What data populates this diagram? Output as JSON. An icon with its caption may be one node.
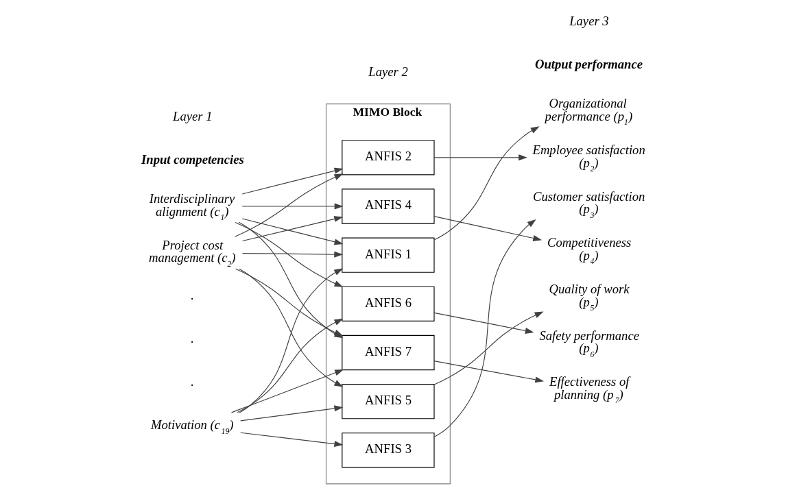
{
  "diagram": {
    "nodes": [
      {
        "text": [
          "MIMO Block"
        ]
      },
      {
        "text": [
          "ANFIS 1"
        ],
        "in": 0
      },
      {
        "text": [
          "ANFIS 2"
        ],
        "in": 0
      },
      {
        "text": [
          "ANFIS 3"
        ],
        "in": 0
      },
      {
        "text": [
          "ANFIS 4"
        ],
        "in": 0
      },
      {
        "text": [
          "ANFIS 5"
        ],
        "in": 0
      },
      {
        "text": [
          "ANFIS 6"
        ],
        "in": 0
      },
      {
        "text": [
          "ANFIS 7"
        ],
        "in": 0
      },
      {
        "text": [
          "Interdisciplinary alignment (c$_{1}$)"
        ]
      },
      {
        "text": [
          "Project cost management (c$_{2}$)"
        ]
      },
      {
        "text": [
          "Motivation (c$_{19}$)"
        ]
      },
      {
        "text": [
          "Organizational performance (p$_{1}$)"
        ]
      },
      {
        "text": [
          "Employee satisfaction (p$_{2}$)"
        ]
      },
      {
        "text": [
          "Customer satisfaction (p$_{3}$)"
        ]
      },
      {
        "text": [
          "Competitiveness (p$_{4}$)"
        ]
      },
      {
        "text": [
          "Quality of work (p$_{5}$)"
        ]
      },
      {
        "text": [
          "Safety performance (p$_{6}$)"
        ]
      },
      {
        "text": [
          "Effectiveness of planning (p$_{7}$)"
        ]
      }
    ],
    "edges": [
      {
        "from": 8,
        "to": 1,
        "arrow": "to"
      },
      {
        "from": 8,
        "to": 2,
        "arrow": "to"
      },
      {
        "from": 8,
        "to": 4,
        "arrow": "to"
      },
      {
        "from": 8,
        "to": 6,
        "arrow": "to"
      },
      {
        "from": 8,
        "to": 7,
        "arrow": "to"
      },
      {
        "from": 9,
        "to": 1,
        "arrow": "to"
      },
      {
        "from": 9,
        "to": 2,
        "arrow": "to"
      },
      {
        "from": 9,
        "to": 4,
        "arrow": "to"
      },
      {
        "from": 9,
        "to": 5,
        "arrow": "to"
      },
      {
        "from": 9,
        "to": 7,
        "arrow": "to"
      },
      {
        "from": 10,
        "to": 1,
        "arrow": "to"
      },
      {
        "from": 10,
        "to": 3,
        "arrow": "to"
      },
      {
        "from": 10,
        "to": 5,
        "arrow": "to"
      },
      {
        "from": 10,
        "to": 6,
        "arrow": "to"
      },
      {
        "from": 10,
        "to": 7,
        "arrow": "to"
      },
      {
        "from": 1,
        "to": 11,
        "arrow": "to"
      },
      {
        "from": 2,
        "to": 12,
        "arrow": "to"
      },
      {
        "from": 3,
        "to": 13,
        "arrow": "to"
      },
      {
        "from": 4,
        "to": 14,
        "arrow": "to"
      },
      {
        "from": 5,
        "to": 15,
        "arrow": "to"
      },
      {
        "from": 6,
        "to": 16,
        "arrow": "to"
      },
      {
        "from": 7,
        "to": 17,
        "arrow": "to"
      }
    ],
    "labels": [
      "Layer 1",
      "Layer 2",
      "Layer 3",
      "Input competencies",
      "Output performance",
      ".",
      ".",
      "."
    ]
  }
}
